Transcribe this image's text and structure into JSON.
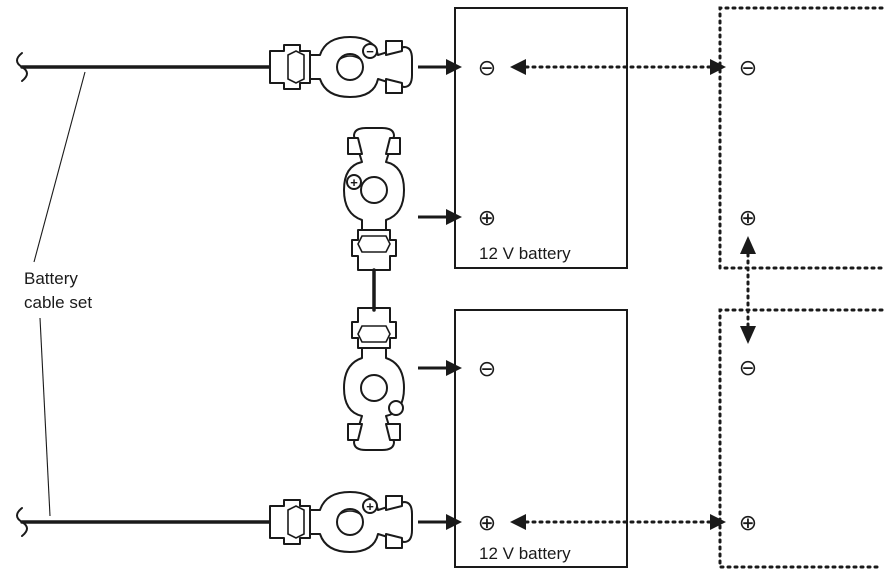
{
  "labels": {
    "cable_set_line1": "Battery",
    "cable_set_line2": "cable set",
    "battery_top": "12 V battery",
    "battery_bottom": "12 V battery"
  },
  "terminals": {
    "top_negative": "⊖",
    "top_positive": "⊕",
    "bottom_negative": "⊖",
    "bottom_positive": "⊕",
    "right_top_negative": "⊖",
    "right_top_positive": "⊕",
    "right_bottom_negative": "⊖",
    "right_bottom_positive": "⊕"
  },
  "colors": {
    "ink": "#1a1a1a",
    "background": "#ffffff"
  }
}
